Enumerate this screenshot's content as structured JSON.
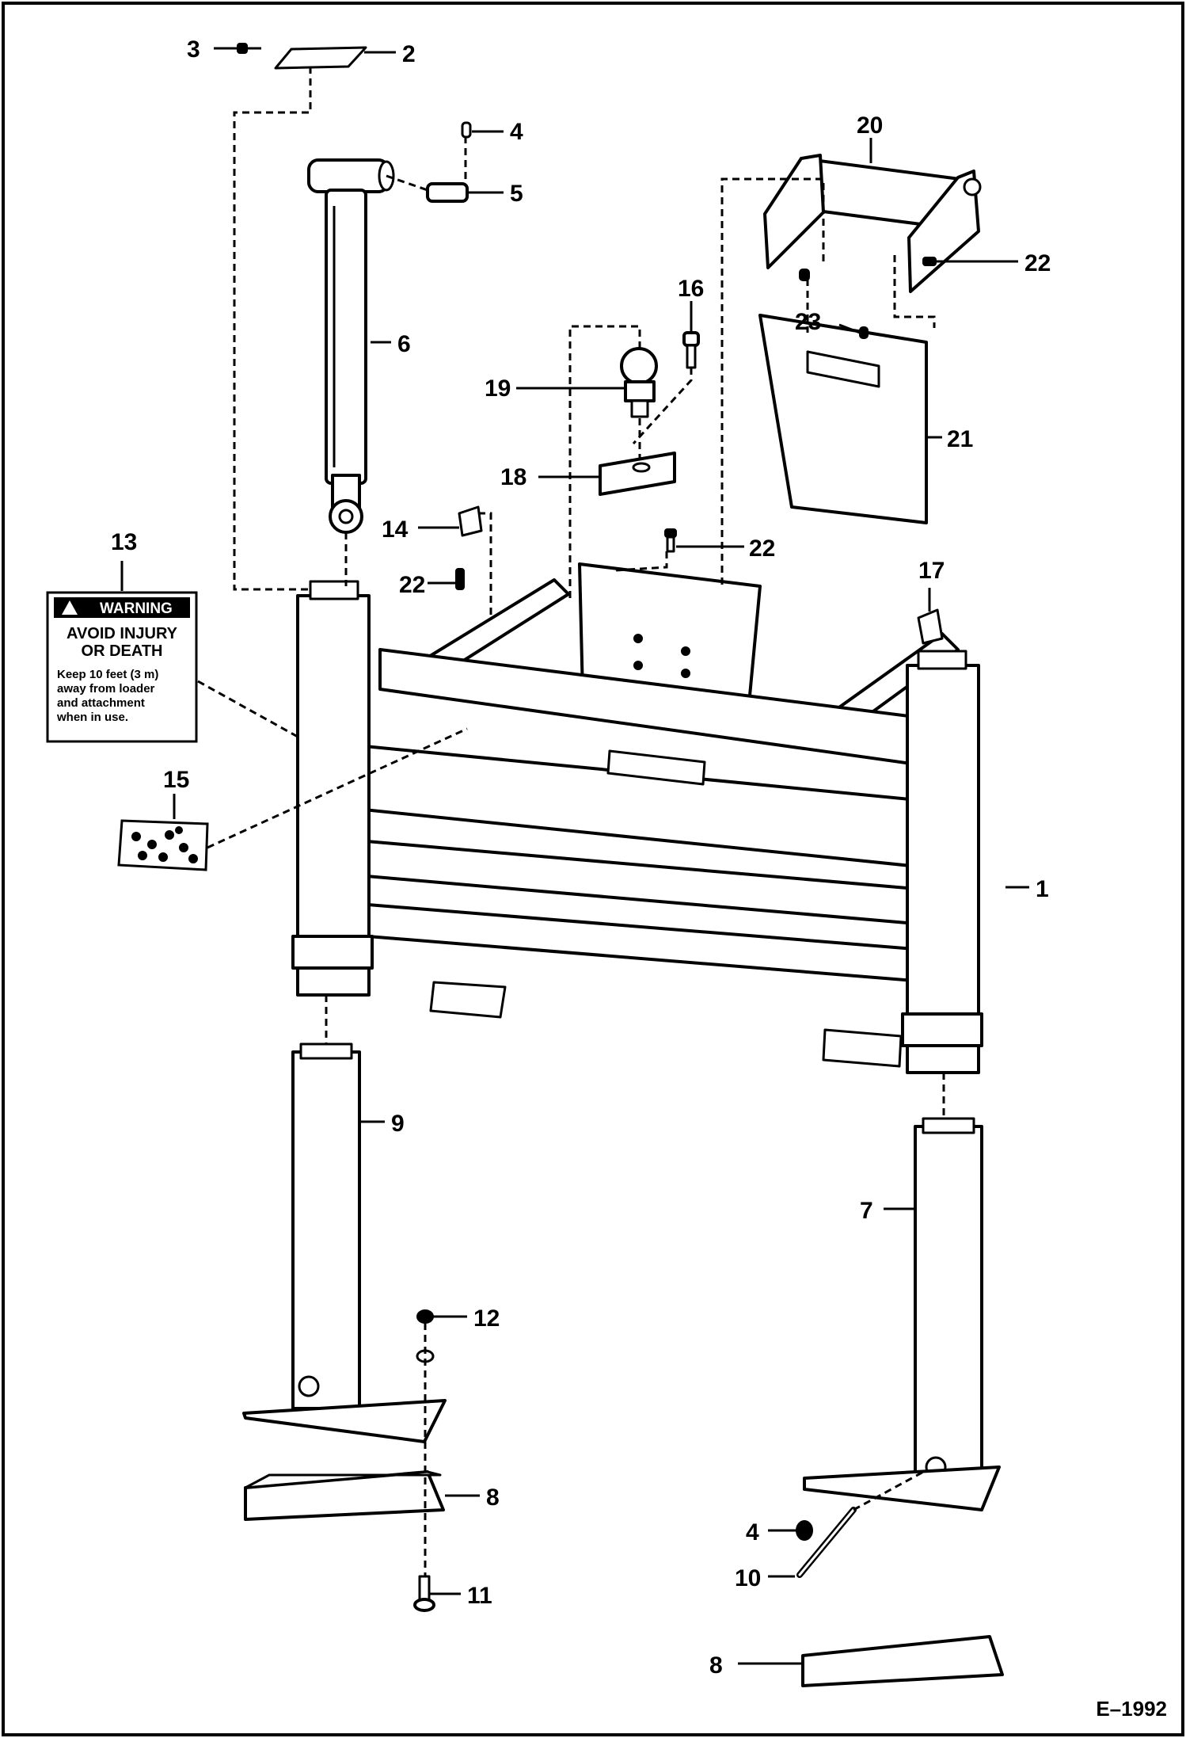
{
  "diagram": {
    "reference_code": "E–1992",
    "callouts": {
      "c1": "1",
      "c2": "2",
      "c3": "3",
      "c4a": "4",
      "c5": "5",
      "c6": "6",
      "c7": "7",
      "c8a": "8",
      "c8b": "8",
      "c9": "9",
      "c10": "10",
      "c11": "11",
      "c12": "12",
      "c13": "13",
      "c14": "14",
      "c15": "15",
      "c16": "16",
      "c17": "17",
      "c18": "18",
      "c19": "19",
      "c20": "20",
      "c21": "21",
      "c22a": "22",
      "c22b": "22",
      "c22c": "22",
      "c23": "23",
      "c4b": "4"
    },
    "warning_decal": {
      "header": "WARNING",
      "line1": "AVOID INJURY",
      "line2": "OR DEATH",
      "body1": "Keep 10 feet (3 m)",
      "body2": "away from loader",
      "body3": "and attachment",
      "body4": "when in use."
    }
  }
}
